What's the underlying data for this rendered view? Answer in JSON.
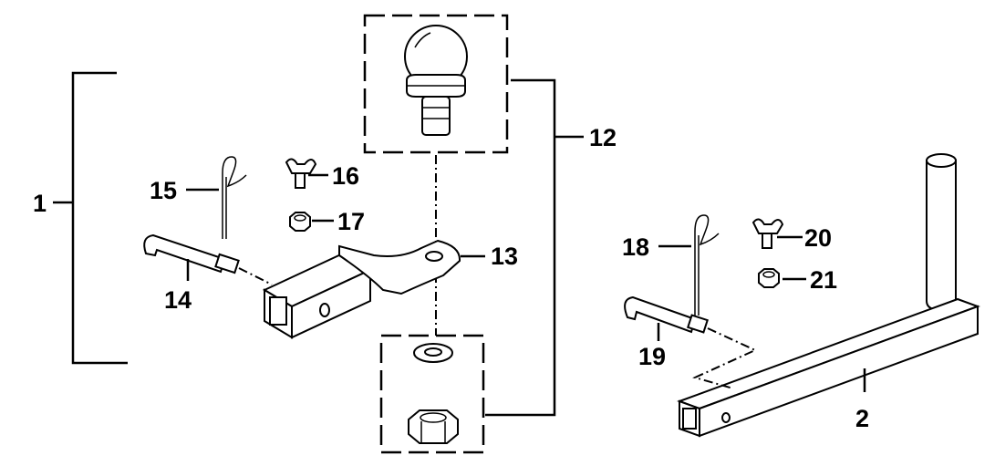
{
  "callouts": {
    "c1": "1",
    "c2": "2",
    "c12": "12",
    "c13": "13",
    "c14": "14",
    "c15": "15",
    "c16": "16",
    "c17": "17",
    "c18": "18",
    "c19": "19",
    "c20": "20",
    "c21": "21"
  }
}
